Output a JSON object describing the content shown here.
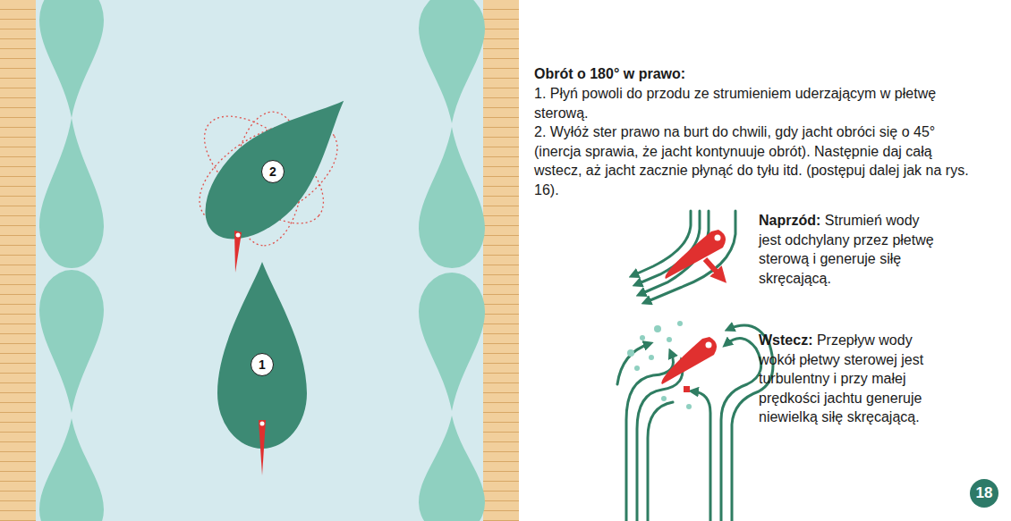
{
  "diagram": {
    "title": "Obrót o 180° w prawo:",
    "nodes": [
      {
        "text": [
          "2"
        ]
      },
      {
        "text": [
          "1"
        ]
      },
      {
        "text": [
          "18"
        ]
      }
    ],
    "labels": [
      "1. Płyń powoli do przodu ze strumieniem uderzającym w płetwę sterową.",
      "2. Wyłóż ster prawo na burt do chwili, gdy jacht obróci się o 45° (inercja sprawia, że jacht kontynuuje obrót). Następnie daj całą wstecz, aż jacht zacznie płynąć do tyłu itd. (postępuj dalej jak na rys. 16).",
      "Naprzód:",
      "Strumień wody jest odchylany przez płetwę sterową i generuje siłę skręcającą.",
      "Wstecz:",
      "Przepływ wody wokół płetwy sterowej jest turbulentny i przy małej prędkości jachtu generuje niewielką siłę skręcającą."
    ]
  }
}
